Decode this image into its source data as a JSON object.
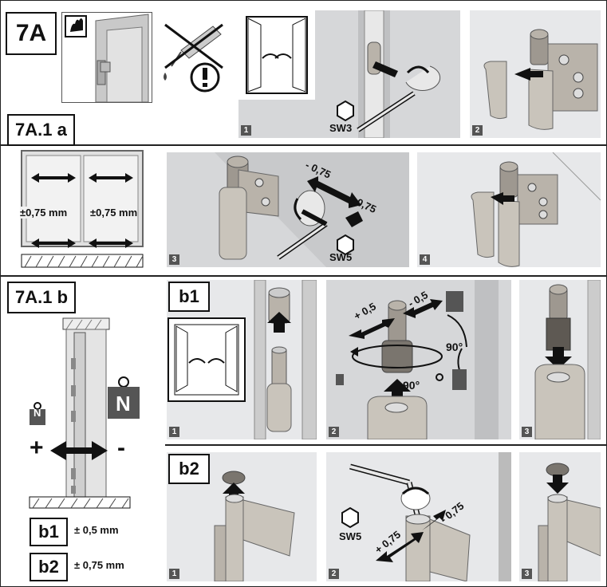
{
  "section": {
    "main_label": "7A",
    "sub_a_label": "7A.1 a",
    "sub_b_label": "7A.1 b"
  },
  "steps": {
    "n1": "1",
    "n2": "2",
    "n3": "3",
    "n4": "4"
  },
  "tools": {
    "sw3": "SW3",
    "sw5": "SW5"
  },
  "adjust_a": {
    "left_tol": "±0,75 mm",
    "right_tol": "±0,75 mm",
    "minus": "- 0,75",
    "plus": "+ 0,75"
  },
  "adjust_b": {
    "b1_label": "b1",
    "b2_label": "b2",
    "plus_05": "+ 0,5",
    "minus_05": "- 0,5",
    "deg1": "90°",
    "deg2": "90°",
    "weight_small": "N",
    "weight_big": "N",
    "plus_sign": "+",
    "minus_sign": "-",
    "b2_plus": "+ 0,75",
    "b2_minus": "- 0,75"
  },
  "legend": {
    "b1_code": "b1",
    "b1_value": "± 0,5 mm",
    "b2_code": "b2",
    "b2_value": "± 0,75 mm"
  },
  "colors": {
    "panel": "#d6d7d9",
    "metal": "#b9b3aa",
    "frame": "#9a9a9a",
    "ink": "#111111"
  }
}
